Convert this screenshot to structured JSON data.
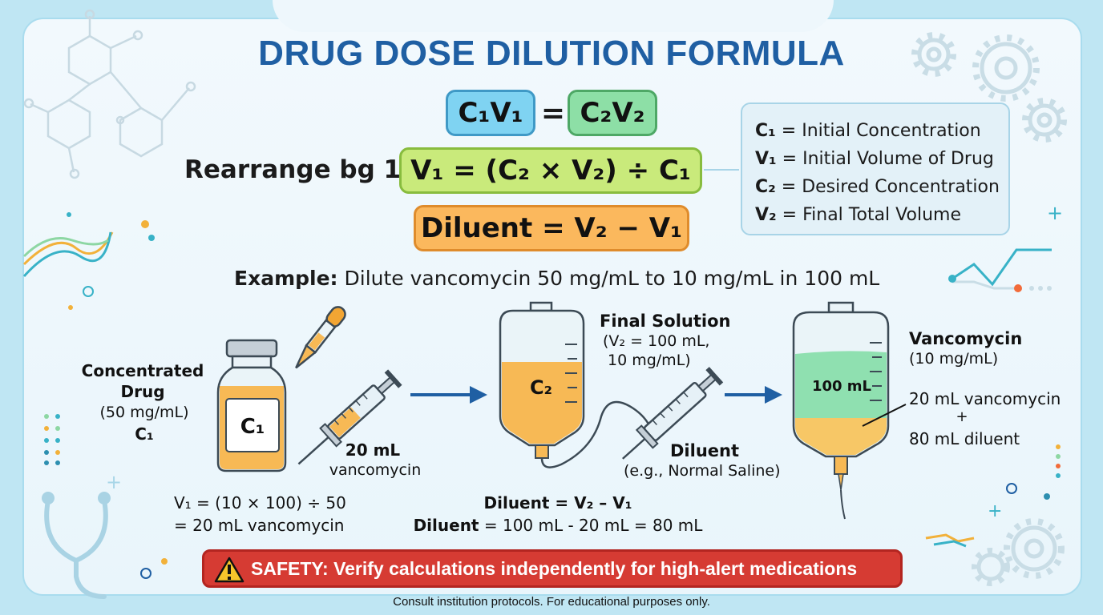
{
  "title": "DRUG DOSE DILUTION FORMULA",
  "formula": {
    "base_left": "C₁V₁",
    "equals": "=",
    "base_right": "C₂V₂",
    "rearrange_label": "Rearrange bg 1:",
    "v1_formula": "V₁ = (C₂ × V₂) ÷ C₁",
    "diluent_formula": "Diluent = V₂ − V₁"
  },
  "legend": [
    {
      "symbol": "C₁",
      "text": " = Initial Concentration"
    },
    {
      "symbol": "V₁",
      "text": " = Initial Volume of Drug"
    },
    {
      "symbol": "C₂",
      "text": " = Desired Concentration"
    },
    {
      "symbol": "V₂",
      "text": " = Final Total Volume"
    }
  ],
  "example": {
    "label": "Example:",
    "text": " Dilute vancomycin 50 mg/mL to 10 mg/mL in 100 mL"
  },
  "vial": {
    "title_line1": "Concentrated",
    "title_line2": "Drug",
    "conc": "(50 mg/mL)",
    "symbol": "C₁",
    "label": "C₁"
  },
  "syringe1": {
    "amount": "20 mL",
    "drug": "vancomycin"
  },
  "calc_v1": {
    "line1": "V₁ = (10 × 100) ÷ 50",
    "line2": "= 20 mL vancomycin"
  },
  "bag1": {
    "label": "C₂",
    "title": "Final Solution",
    "sub1": "(V₂ = 100 mL,",
    "sub2": "10 mg/mL)"
  },
  "diluent": {
    "title": "Diluent",
    "example": "(e.g., Normal Saline)"
  },
  "calc_diluent": {
    "line1": "Diluent = V₂ – V₁",
    "line2_bold": "Diluent",
    "line2_rest": " = 100 mL - 20 mL = 80 mL"
  },
  "bag2": {
    "label": "100 mL",
    "title": "Vancomycin",
    "conc": "(10 mg/mL)",
    "mix1": "20 mL vancomycin",
    "plus": "+",
    "mix2": "80 mL diluent"
  },
  "safety": "SAFETY: Verify calculations independently for high-alert medications",
  "footer": "Consult institution protocols. For educational purposes only.",
  "colors": {
    "title": "#1f5fa3",
    "safety_bg": "#d63b33",
    "drug_orange": "#f7b955",
    "solution_green": "#8fe0b0"
  }
}
